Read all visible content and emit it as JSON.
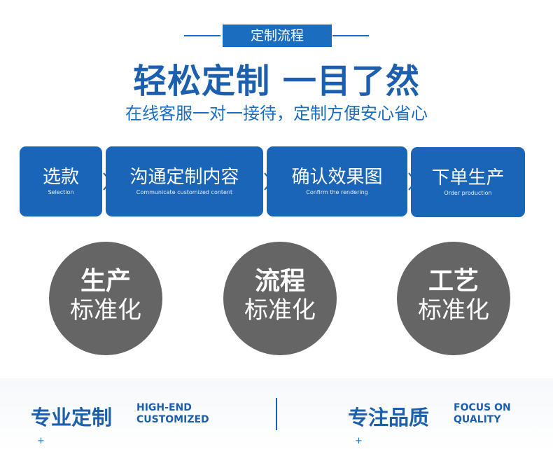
{
  "header": {
    "tag": "定制流程",
    "headline": "轻松定制 一目了然",
    "subhead": "在线客服一对一接待，定制方便安心省心"
  },
  "steps": [
    {
      "cn": "选款",
      "en": "Selection"
    },
    {
      "cn": "沟通定制内容",
      "en": "Communicate customized content"
    },
    {
      "cn": "确认效果图",
      "en": "Confirm the rendering"
    },
    {
      "cn": "下单生产",
      "en": "Order production"
    }
  ],
  "circles": [
    {
      "title": "生产",
      "sub": "标准化"
    },
    {
      "title": "流程",
      "sub": "标准化"
    },
    {
      "title": "工艺",
      "sub": "标准化"
    }
  ],
  "footer": {
    "left": {
      "cn": "专业定制",
      "en1": "HIGH-END",
      "en2": "CUSTOMIZED"
    },
    "right": {
      "cn": "专注品质",
      "en1": "FOCUS ON",
      "en2": "QUALITY"
    },
    "plus": "+"
  },
  "colors": {
    "brand_blue": "#1b65b8",
    "circle_gray": "#656565"
  }
}
